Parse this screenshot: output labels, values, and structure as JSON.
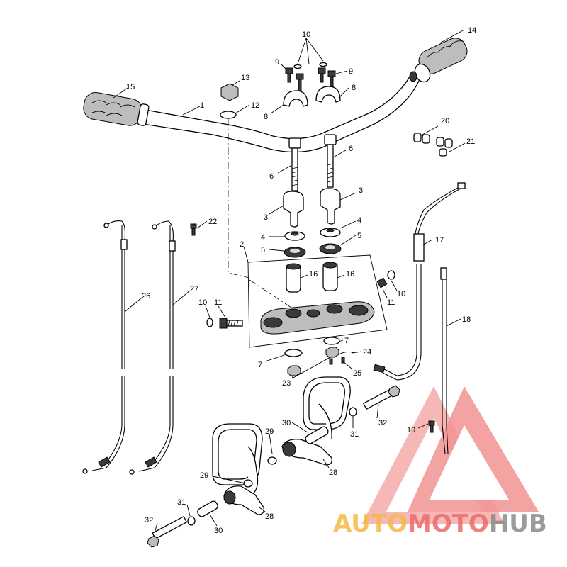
{
  "callouts": {
    "n1": "1",
    "n2": "2",
    "n3a": "3",
    "n3b": "3",
    "n4a": "4",
    "n4b": "4",
    "n5a": "5",
    "n5b": "5",
    "n6a": "6",
    "n6b": "6",
    "n7a": "7",
    "n7b": "7",
    "n8a": "8",
    "n8b": "8",
    "n9a": "9",
    "n9b": "9",
    "n10a": "10",
    "n10b": "10",
    "n10c": "10",
    "n11a": "11",
    "n11b": "11",
    "n12": "12",
    "n13": "13",
    "n14": "14",
    "n15": "15",
    "n16a": "16",
    "n16b": "16",
    "n17": "17",
    "n18": "18",
    "n19": "19",
    "n20": "20",
    "n21": "21",
    "n22": "22",
    "n23": "23",
    "n24": "24",
    "n25": "25",
    "n26": "26",
    "n27": "27",
    "n28a": "28",
    "n28b": "28",
    "n29a": "29",
    "n29b": "29",
    "n30a": "30",
    "n30b": "30",
    "n31a": "31",
    "n31b": "31",
    "n32a": "32",
    "n32b": "32"
  },
  "watermark": {
    "part1": "AUTO",
    "part2": "MOTO",
    "part3": "HUB",
    "color1": "#f5b942",
    "color2": "#ee6b6b",
    "color3": "#8a8a8a",
    "logo_color": "#ef6f6f"
  }
}
